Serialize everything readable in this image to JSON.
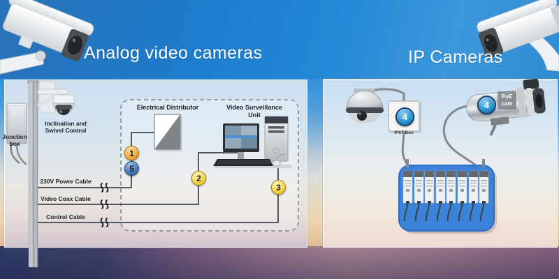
{
  "header": {
    "left_title": "Analog video cameras",
    "right_title": "IP Cameras"
  },
  "analog": {
    "junction_box_label": "Junction box",
    "inclination_label": "Inclination and Swivel Control",
    "distributor_label": "Electrical Distributor",
    "surveillance_unit_label": "Video Surveillance Unit",
    "cables": [
      {
        "label": "230V Power Cable"
      },
      {
        "label": "Video Coax Cable"
      },
      {
        "label": "Control Cable"
      }
    ],
    "markers": [
      {
        "number": "1",
        "color": "orange"
      },
      {
        "number": "5",
        "color": "blue"
      },
      {
        "number": "2",
        "color": "yellow"
      },
      {
        "number": "3",
        "color": "yellow"
      }
    ]
  },
  "ip": {
    "ip67_box_label": "IP67 Box",
    "poe_cam_label": "PoE cam",
    "markers": [
      {
        "number": "4"
      },
      {
        "number": "4"
      }
    ]
  },
  "colors": {
    "sky_blue": "#1d7ccc",
    "poe_switch_box": "#3b82d8",
    "marker_orange": "#f6ab38",
    "marker_blue": "#4273b6",
    "marker_yellow": "#f5d540",
    "marker_ip_blue": "#2a96d4",
    "cable_line": "#54585c"
  }
}
